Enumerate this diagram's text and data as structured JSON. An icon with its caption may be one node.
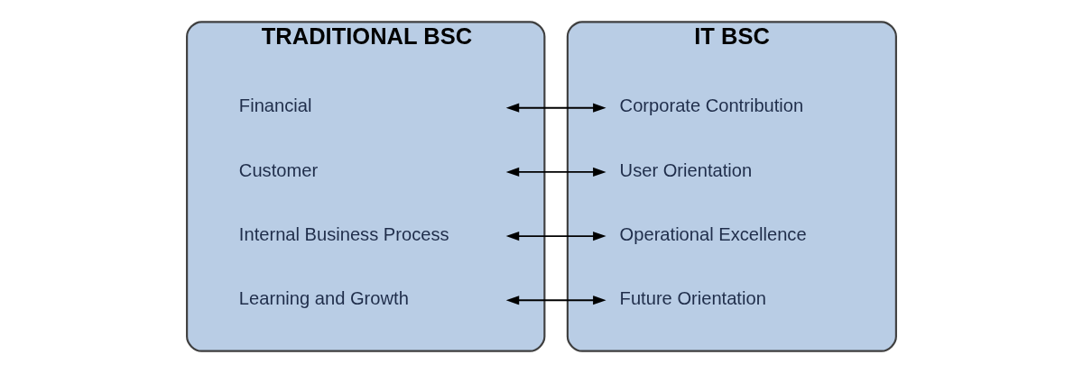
{
  "diagram": {
    "nodes": [
      {
        "text": [
          "TRADITIONAL BSC"
        ]
      },
      {
        "text": [
          "Financial"
        ],
        "in": 0
      },
      {
        "text": [
          "Customer"
        ],
        "in": 0
      },
      {
        "text": [
          "Internal Business Process"
        ],
        "in": 0
      },
      {
        "text": [
          "Learning and Growth"
        ],
        "in": 0
      },
      {
        "text": [
          "IT BSC"
        ]
      },
      {
        "text": [
          "Corporate Contribution"
        ],
        "in": 5
      },
      {
        "text": [
          "User Orientation"
        ],
        "in": 5
      },
      {
        "text": [
          "Operational Excellence"
        ],
        "in": 5
      },
      {
        "text": [
          "Future Orientation"
        ],
        "in": 5
      }
    ],
    "edges": [
      {
        "from": 1,
        "to": 6,
        "arrow": "both"
      },
      {
        "from": 2,
        "to": 7,
        "arrow": "both"
      },
      {
        "from": 3,
        "to": 8,
        "arrow": "both"
      },
      {
        "from": 4,
        "to": 9,
        "arrow": "both"
      }
    ]
  }
}
